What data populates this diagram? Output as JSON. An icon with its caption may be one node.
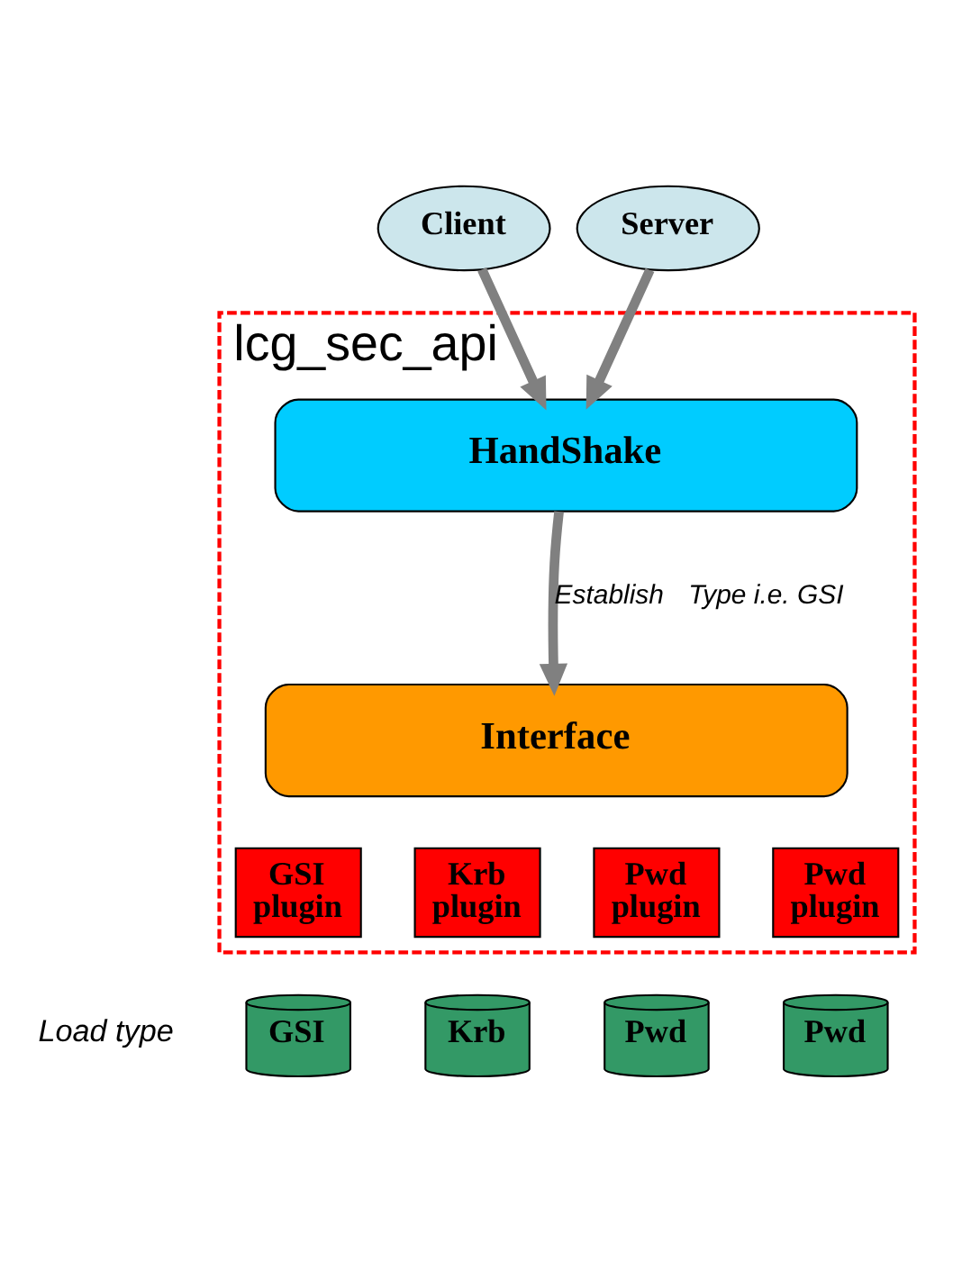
{
  "diagram": {
    "nodes": [
      {
        "text": [
          "Client"
        ]
      },
      {
        "text": [
          "Server"
        ]
      },
      {
        "text": [
          "lcg_sec_api"
        ]
      },
      {
        "text": [
          "HandShake"
        ],
        "in": 2
      },
      {
        "text": [
          "Interface"
        ],
        "in": 2
      },
      {
        "text": [
          "GSI plugin"
        ],
        "in": 2
      },
      {
        "text": [
          "Krb plugin"
        ],
        "in": 2
      },
      {
        "text": [
          "Pwd plugin"
        ],
        "in": 2
      },
      {
        "text": [
          "Pwd plugin"
        ],
        "in": 2
      },
      {
        "text": [
          "GSI"
        ]
      },
      {
        "text": [
          "Krb"
        ]
      },
      {
        "text": [
          "Pwd"
        ]
      },
      {
        "text": [
          "Pwd"
        ]
      }
    ],
    "edges": [
      {
        "from": 0,
        "to": 3,
        "arrow": "to"
      },
      {
        "from": 1,
        "to": 3,
        "arrow": "to"
      },
      {
        "from": 3,
        "to": 4,
        "arrow": "to",
        "label": "Establish"
      }
    ],
    "labels": [
      "Type i.e. GSI",
      "Load type"
    ]
  }
}
